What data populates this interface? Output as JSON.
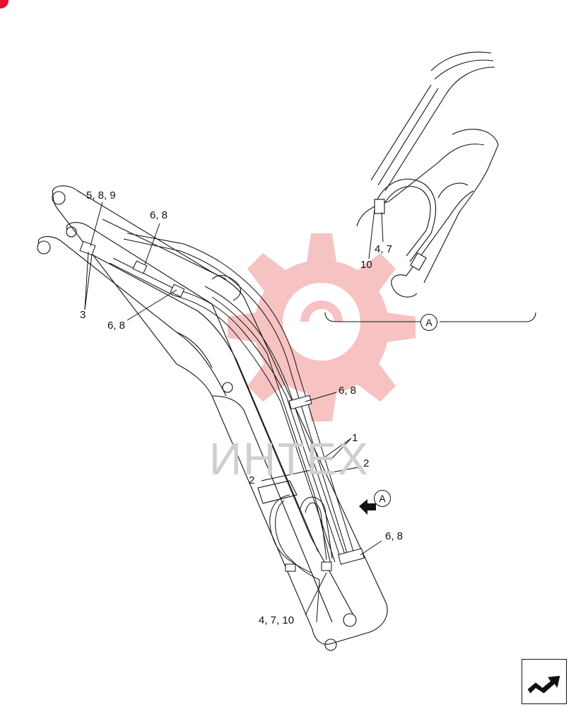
{
  "colors": {
    "accent": "#e3132a",
    "watermark_red": "#f5b8b8",
    "watermark_gray": "#cfcfcf",
    "line": "#111111"
  },
  "watermark": {
    "text": "ИНТЕХ"
  },
  "labels": {
    "l_5_8_9": "5, 8, 9",
    "l_6_8_top": "6, 8",
    "l_3": "3",
    "l_6_8_left": "6, 8",
    "l_6_8_mid": "6, 8",
    "l_1": "1",
    "l_2_right": "2",
    "l_2_left": "2",
    "l_6_8_bottom": "6, 8",
    "l_4_7_10": "4, 7, 10",
    "l_4_7_detail": "4, 7",
    "l_10_detail": "10"
  },
  "view_refs": {
    "detail": "A",
    "arrow": "A"
  },
  "icons": {
    "nav": "next-page-arrow-icon",
    "corner": "red-corner-mark-icon",
    "gear": "gear-watermark-icon"
  }
}
